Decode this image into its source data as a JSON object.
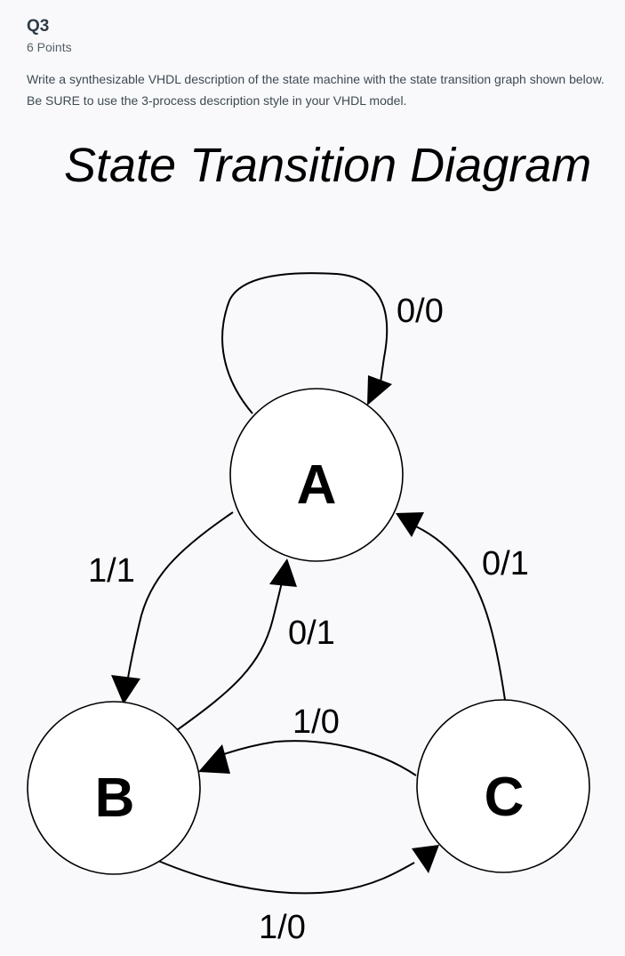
{
  "question": {
    "number": "Q3",
    "points": "6 Points",
    "prompt": "Write a synthesizable VHDL description of the state machine with the state transition graph shown below. Be SURE to use the 3-process description style in your VHDL model."
  },
  "diagram": {
    "title": "State Transition Diagram",
    "states": [
      {
        "id": "A",
        "label": "A"
      },
      {
        "id": "B",
        "label": "B"
      },
      {
        "id": "C",
        "label": "C"
      }
    ],
    "transitions": [
      {
        "from": "A",
        "to": "A",
        "label": "0/0"
      },
      {
        "from": "A",
        "to": "B",
        "label": "1/1"
      },
      {
        "from": "B",
        "to": "A",
        "label": "0/1"
      },
      {
        "from": "C",
        "to": "A",
        "label": "0/1"
      },
      {
        "from": "C",
        "to": "B",
        "label": "1/0"
      },
      {
        "from": "B",
        "to": "C",
        "label": "1/0"
      }
    ]
  }
}
